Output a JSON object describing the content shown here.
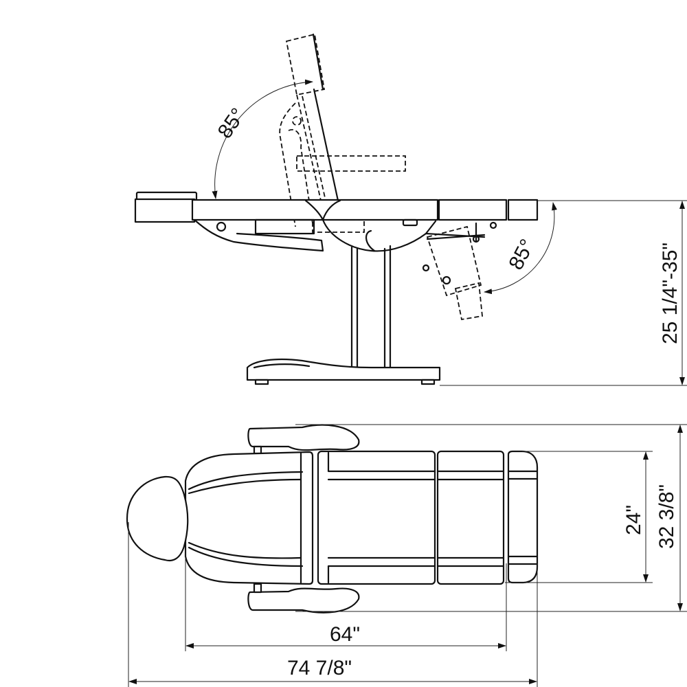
{
  "drawing": {
    "side_view": {
      "backrest_angle_label": "85°",
      "legrest_angle_label": "85°",
      "height_label": "25 1/4\"-35\""
    },
    "top_view": {
      "seat_width_label": "24\"",
      "overall_width_label": "32 3/8\"",
      "seat_length_label": "64\"",
      "overall_length_label": "74 7/8\""
    },
    "line_color": "#111111"
  }
}
